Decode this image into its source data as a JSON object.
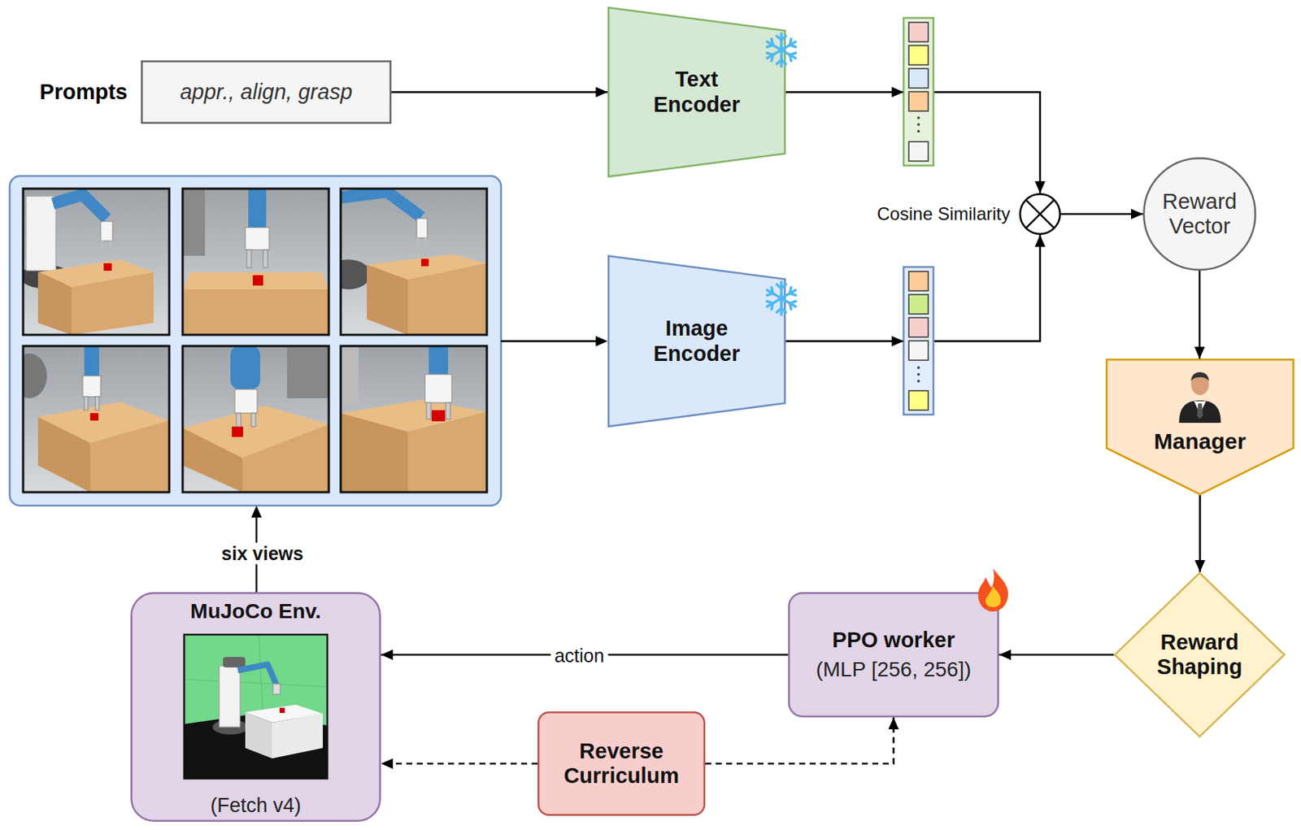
{
  "diagram": {
    "nodes": [
      {
        "text": [
          "Prompts",
          "appr., align, grasp"
        ]
      },
      {
        "text": [
          "Text Encoder"
        ]
      },
      {
        "text": [
          "Image Encoder"
        ]
      },
      {
        "text": [
          "Cosine Similarity"
        ]
      },
      {
        "text": [
          "Reward Vector"
        ]
      },
      {
        "text": [
          "Manager"
        ]
      },
      {
        "text": [
          "Reward Shaping"
        ]
      },
      {
        "text": [
          "PPO worker",
          "(MLP [256, 256])"
        ]
      },
      {
        "text": [
          "MuJoCo Env.",
          "(Fetch v4)"
        ]
      },
      {
        "text": [
          "Reverse Curriculum"
        ]
      }
    ],
    "edges": [
      {
        "from": 0,
        "to": 1,
        "arrow": "to"
      },
      {
        "from": 1,
        "to": 3,
        "arrow": "to"
      },
      {
        "from": 2,
        "to": 3,
        "arrow": "to"
      },
      {
        "from": 3,
        "to": 4,
        "arrow": "to"
      },
      {
        "from": 4,
        "to": 5,
        "arrow": "to"
      },
      {
        "from": 5,
        "to": 6,
        "arrow": "to"
      },
      {
        "from": 6,
        "to": 7,
        "arrow": "to"
      },
      {
        "from": 7,
        "to": 8,
        "label": "action",
        "arrow": "to"
      },
      {
        "from": 9,
        "to": 8,
        "arrow": "to"
      },
      {
        "from": 9,
        "to": 7,
        "arrow": "to"
      }
    ],
    "labels": [
      "six views"
    ]
  }
}
